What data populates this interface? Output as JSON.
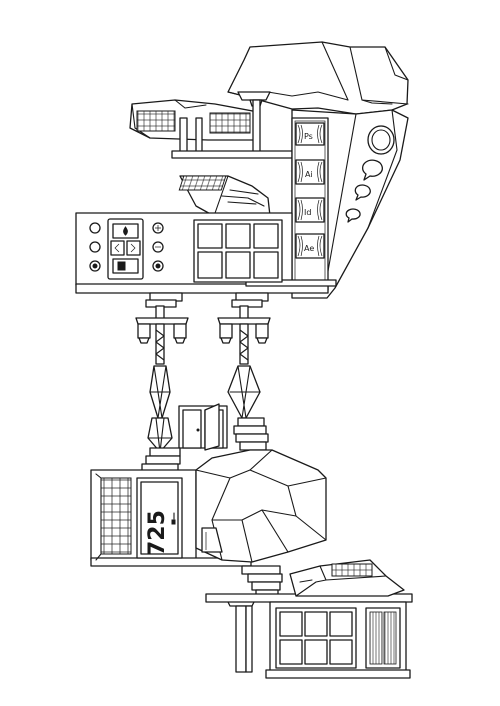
{
  "door": {
    "number": "725"
  },
  "icons": {
    "upper_building": "upper-building-illustration",
    "lower_building": "lower-building-illustration",
    "lamp": "street-lamp-icon",
    "door": "numbered-door-icon",
    "control_panel": "control-panel-icon",
    "speech_bubble": "speech-bubble-icon",
    "poster": "poster-icon",
    "solar_panel": "solar-panel-icon",
    "window": "window-icon"
  },
  "colors": {
    "line": "#1a1a1a",
    "background": "#ffffff"
  }
}
